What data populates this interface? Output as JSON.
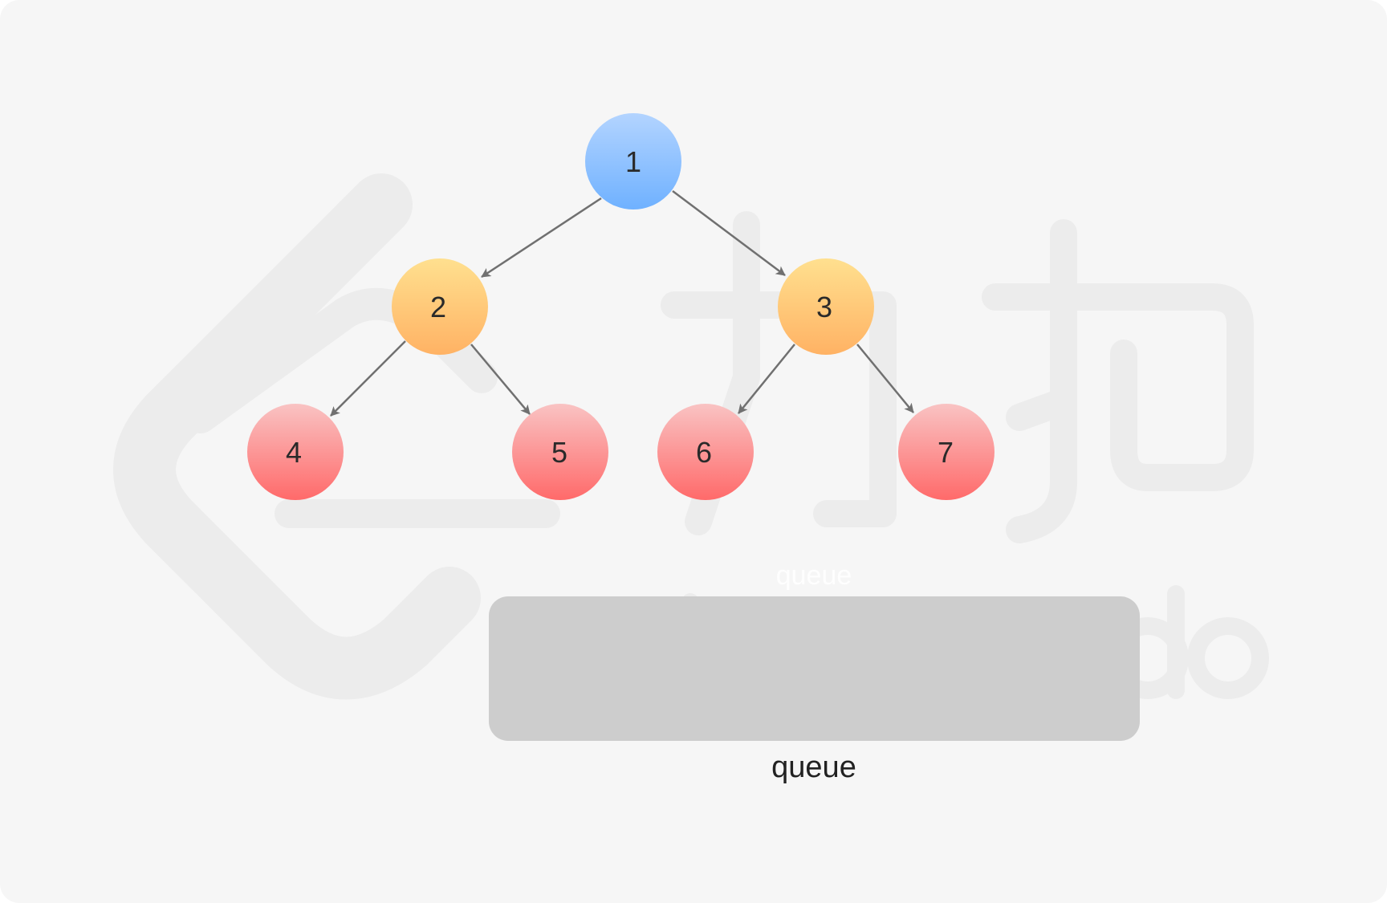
{
  "tree": {
    "root": "1",
    "level2": [
      "2",
      "3"
    ],
    "level3": [
      "4",
      "5",
      "6",
      "7"
    ]
  },
  "queue": {
    "caption": "queue",
    "faint_caption": "queue",
    "items": []
  },
  "colors": {
    "level1_top": "#b3d4ff",
    "level1_bottom": "#6fb1ff",
    "level2_top": "#ffe08f",
    "level2_bottom": "#ffb264",
    "level3_top": "#f9c3c3",
    "level3_bottom": "#ff6a6a",
    "edge": "#707070",
    "queue_box": "#cbcbcb",
    "background": "#f6f6f6"
  }
}
